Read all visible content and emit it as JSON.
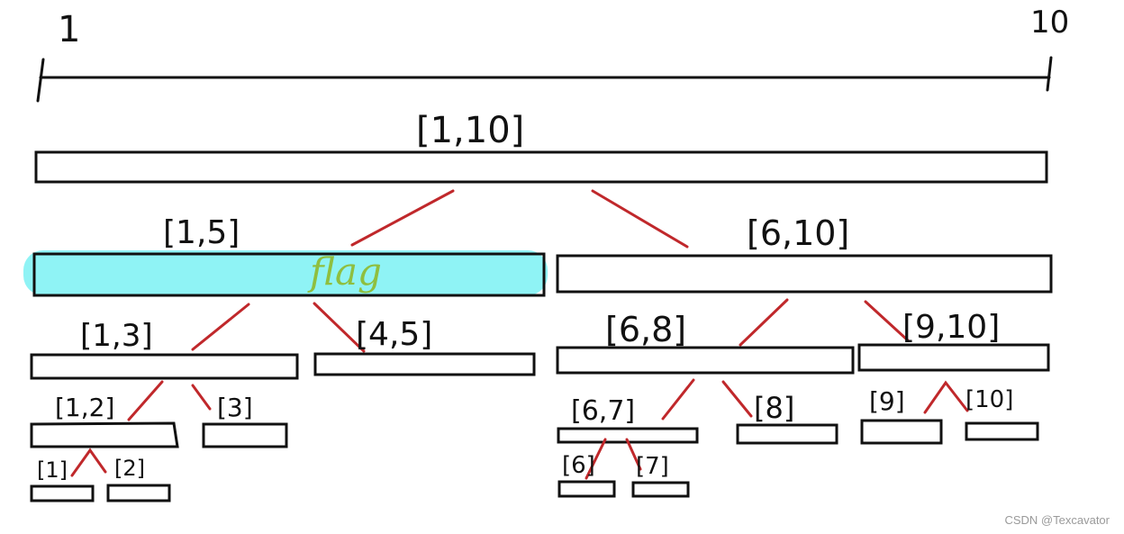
{
  "axis": {
    "start_label": "1",
    "end_label": "10"
  },
  "nodes": {
    "n1_10": "[1,10]",
    "n1_5": "[1,5]",
    "n6_10": "[6,10]",
    "n1_3": "[1,3]",
    "n4_5": "[4,5]",
    "n6_8": "[6,8]",
    "n9_10": "[9,10]",
    "n1_2": "[1,2]",
    "n3": "[3]",
    "n6_7": "[6,7]",
    "n8": "[8]",
    "n9": "[9]",
    "n10": "[10]",
    "n1": "[1]",
    "n2": "[2]",
    "n6": "[6]",
    "n7": "[7]"
  },
  "highlight": {
    "label": "flag",
    "node": "[1,5]"
  },
  "colors": {
    "stroke": "#111111",
    "edge": "#c0282b",
    "highlight_fill": "#8ff3f5",
    "flag_text": "#8fbf3f"
  },
  "watermark": "CSDN @Texcavator"
}
